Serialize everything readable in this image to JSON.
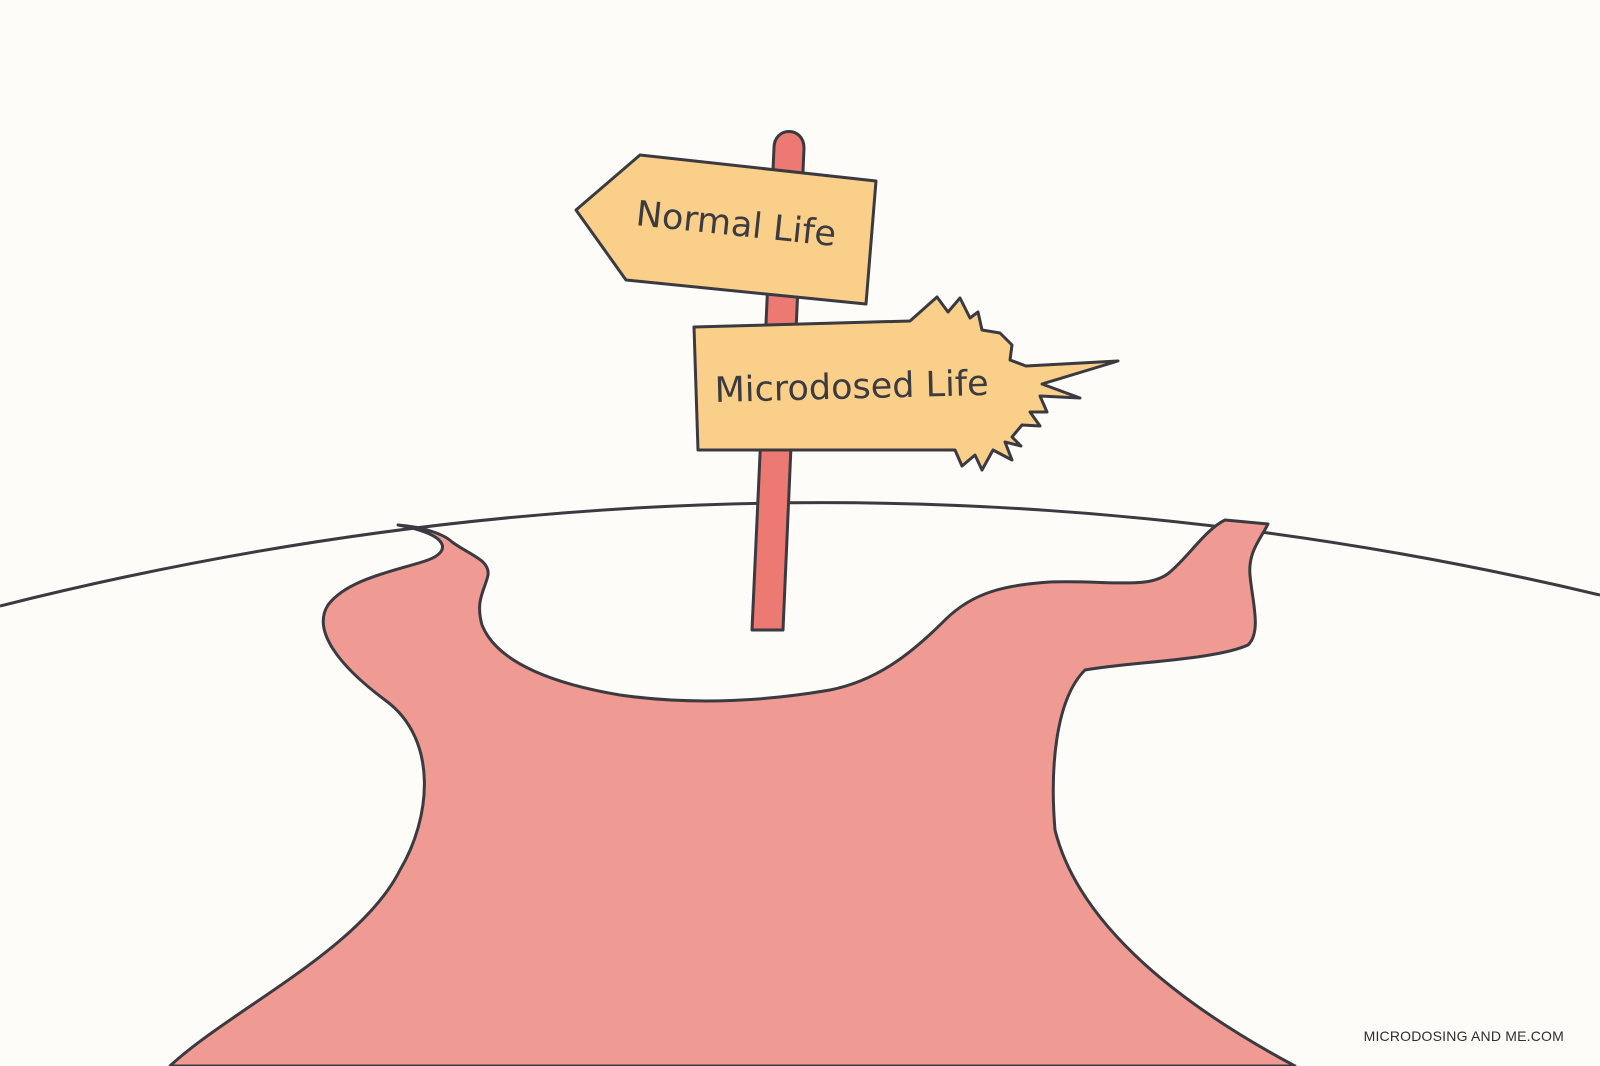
{
  "signpost": {
    "top_sign_label": "Normal Life",
    "bottom_sign_label": "Microdosed Life"
  },
  "footer": {
    "credit": "MICRODOSING AND ME.COM"
  },
  "colors": {
    "background": "#fdfcf9",
    "path": "#ef9a93",
    "post": "#ec7a72",
    "sign": "#f9cf8a",
    "outline": "#3a3a40"
  }
}
